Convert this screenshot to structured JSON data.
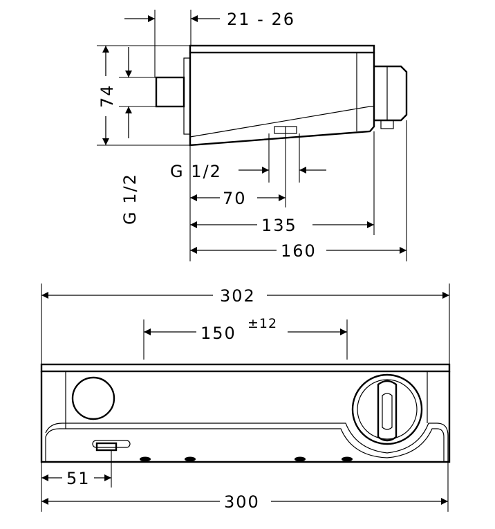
{
  "side_view": {
    "labels": {
      "offset_range": "21  -  26",
      "height": "74",
      "pipe_thread_left": "G 1/2",
      "pipe_thread_bottom": "G 1/2",
      "outlet_distance": "70",
      "wall_depth": "135",
      "total_depth": "160"
    }
  },
  "front_view": {
    "labels": {
      "overall_width": "302",
      "connection_spacing": "150",
      "connection_tolerance": "±12",
      "button_offset": "51",
      "body_width": "300"
    }
  }
}
